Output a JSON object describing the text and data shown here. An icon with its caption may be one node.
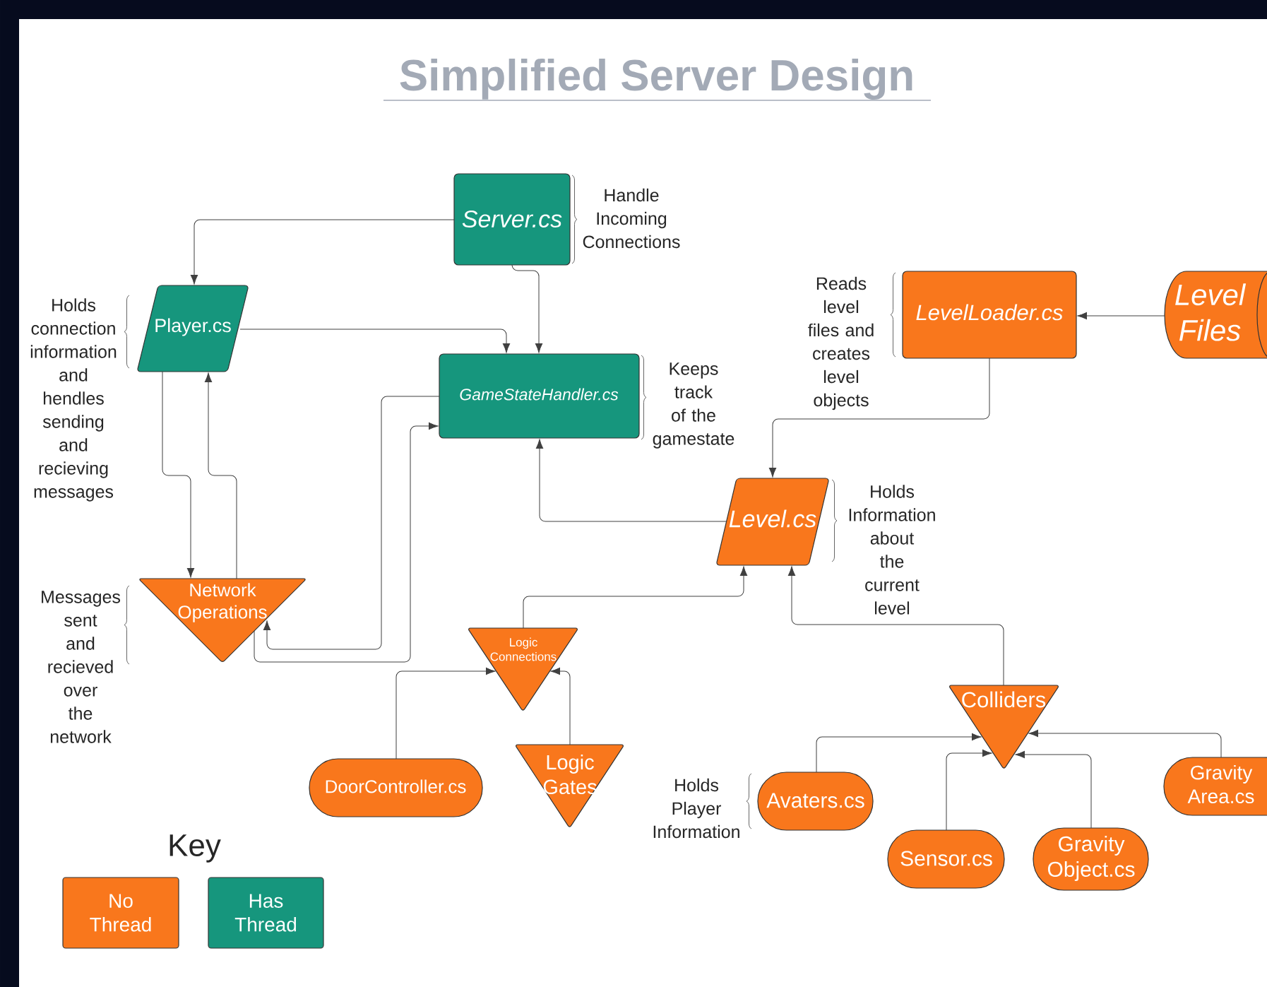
{
  "diagram": {
    "title": "Simplified Server Design",
    "nodes": [
      {
        "text": [
          "Server.cs"
        ],
        "beside": [
          "Handle Incoming Connections"
        ]
      },
      {
        "text": [
          "Player.cs"
        ],
        "beside": [
          "Holds connection information and hendles sending and recieving messages"
        ]
      },
      {
        "text": [
          "GameStateHandler.cs"
        ],
        "beside": [
          "Keeps track of the gamestate"
        ]
      },
      {
        "text": [
          "LevelLoader.cs"
        ],
        "beside": [
          "Reads level files and creates level objects"
        ]
      },
      {
        "text": [
          "Level Files"
        ]
      },
      {
        "text": [
          "Level.cs"
        ],
        "beside": [
          "Holds Information about the current level"
        ]
      },
      {
        "text": [
          "Network Operations"
        ],
        "beside": [
          "Messages sent and recieved over the network"
        ]
      },
      {
        "text": [
          "Logic Connections"
        ]
      },
      {
        "text": [
          "Colliders"
        ]
      },
      {
        "text": [
          "DoorController.cs"
        ]
      },
      {
        "text": [
          "Logic Gates"
        ]
      },
      {
        "text": [
          "Avaters.cs"
        ],
        "beside": [
          "Holds Player Information"
        ]
      },
      {
        "text": [
          "Gravity Area.cs"
        ]
      },
      {
        "text": [
          "Sensor.cs"
        ]
      },
      {
        "text": [
          "Gravity Object.cs"
        ]
      }
    ],
    "edges": [
      {
        "from": 0,
        "to": 1,
        "arrow": "to"
      },
      {
        "from": 0,
        "to": 2,
        "arrow": "to"
      },
      {
        "from": 1,
        "to": 2,
        "arrow": "to"
      },
      {
        "from": 1,
        "to": 6,
        "arrow": "to"
      },
      {
        "from": 6,
        "to": 1,
        "arrow": "to"
      },
      {
        "from": 2,
        "to": 6,
        "arrow": "to"
      },
      {
        "from": 6,
        "to": 2,
        "arrow": "to"
      },
      {
        "from": 5,
        "to": 2,
        "arrow": "to"
      },
      {
        "from": 3,
        "to": 5,
        "arrow": "to"
      },
      {
        "from": 4,
        "to": 3,
        "arrow": "to"
      },
      {
        "from": 7,
        "to": 5,
        "arrow": "to"
      },
      {
        "from": 8,
        "to": 5,
        "arrow": "to"
      },
      {
        "from": 9,
        "to": 7,
        "arrow": "to"
      },
      {
        "from": 10,
        "to": 7,
        "arrow": "to"
      },
      {
        "from": 11,
        "to": 8,
        "arrow": "to"
      },
      {
        "from": 13,
        "to": 8,
        "arrow": "to"
      },
      {
        "from": 14,
        "to": 8,
        "arrow": "to"
      },
      {
        "from": 12,
        "to": 8,
        "arrow": "to"
      }
    ],
    "labels": [
      "Key"
    ],
    "legend": [
      {
        "text": "No Thread",
        "color": "#f9771c"
      },
      {
        "text": "Has Thread",
        "color": "#16967d"
      }
    ]
  }
}
